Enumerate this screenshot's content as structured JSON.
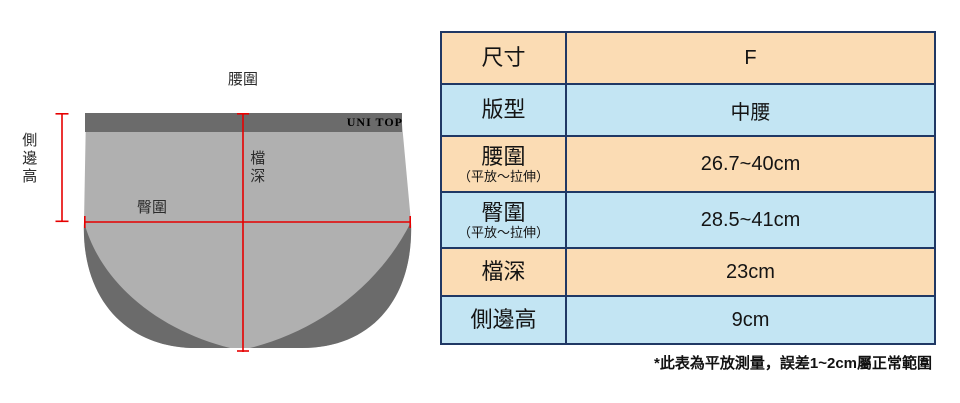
{
  "diagram": {
    "waist_label": "腰圍",
    "side_height_label": "側邊高",
    "hip_label": "臀圍",
    "crotch_depth_label": "檔深",
    "brand": "UNI TOP",
    "colors": {
      "body_gray": "#b0b0b0",
      "band_gray": "#6b6b6b",
      "measure_red": "#e60000"
    }
  },
  "table": {
    "rows": [
      {
        "label": "尺寸",
        "value": "F"
      },
      {
        "label": "版型",
        "value": "中腰"
      },
      {
        "label": "腰圍",
        "sublabel": "（平放～拉伸）",
        "value": "26.7~40cm"
      },
      {
        "label": "臀圍",
        "sublabel": "（平放～拉伸）",
        "value": "28.5~41cm"
      },
      {
        "label": "檔深",
        "value": "23cm"
      },
      {
        "label": "側邊高",
        "value": "9cm"
      }
    ],
    "colors": {
      "row_orange": "#fbdcb4",
      "row_blue": "#c3e5f3",
      "border_navy": "#203864"
    }
  },
  "footnote": "*此表為平放測量，誤差1~2cm屬正常範圍"
}
